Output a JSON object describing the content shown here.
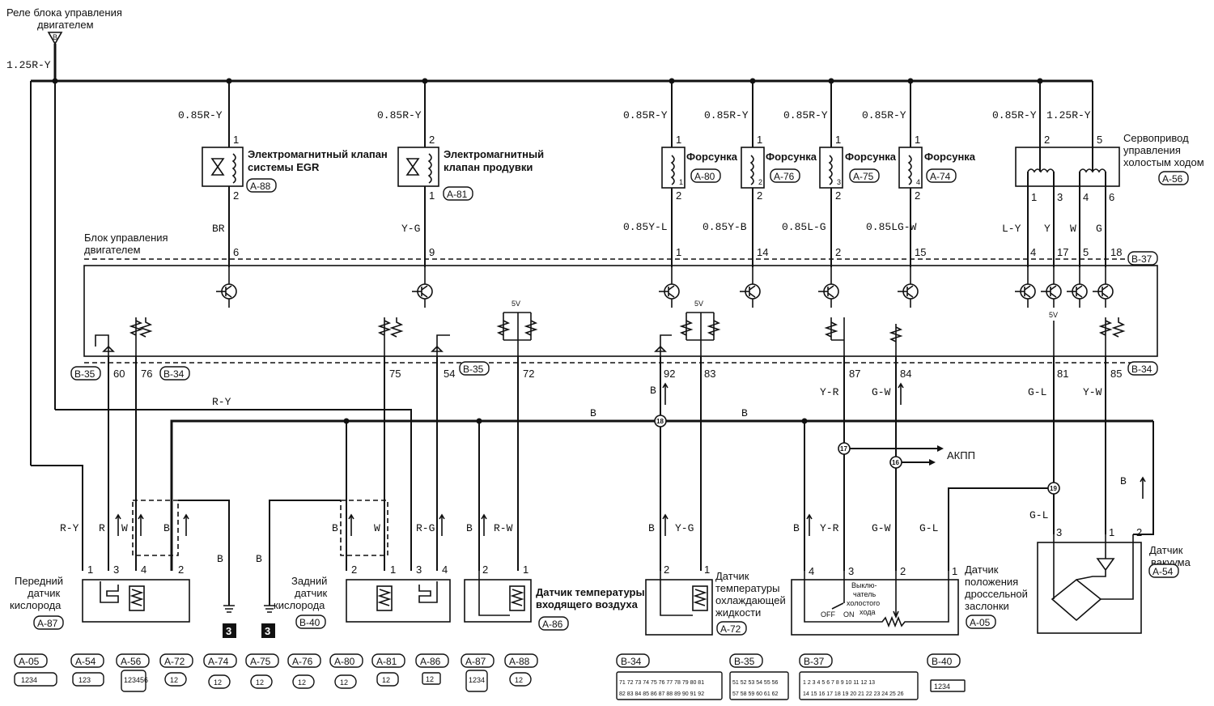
{
  "title": {
    "relay": "Реле блока управления двигателем",
    "relay_line1": "Реле блока управления",
    "relay_line2": "двигателем",
    "relay_pin": "B",
    "relay_wire": "1.25R-Y",
    "ecu": "Блок управления двигателем",
    "ecu_line1": "Блок управления",
    "ecu_line2": "двигателем"
  },
  "ecu_connectors": {
    "b34": "B-34",
    "b35": "B-35",
    "b37": "B-37"
  },
  "ecu_pins_top": [
    "6",
    "9",
    "1",
    "14",
    "2",
    "15",
    "4",
    "17",
    "5",
    "18"
  ],
  "ecu_pins_bottom": [
    "60",
    "76",
    "75",
    "54",
    "72",
    "92",
    "83",
    "87",
    "84",
    "81",
    "85"
  ],
  "supply_wires": [
    "0.85R-Y",
    "0.85R-Y",
    "0.85R-Y",
    "0.85R-Y",
    "0.85R-Y",
    "0.85R-Y",
    "0.85R-Y",
    "1.25R-Y"
  ],
  "egr": {
    "line1": "Электромагнитный клапан",
    "line2": "системы EGR",
    "tag": "A-88",
    "pin_top": "1",
    "pin_bottom": "2",
    "wire": "BR"
  },
  "purge": {
    "line1": "Электромагнитный",
    "line2": "клапан продувки",
    "tag": "A-81",
    "pin_top": "2",
    "pin_bottom": "1",
    "wire": "Y-G"
  },
  "injectors": [
    {
      "label": "Форсунка",
      "tag": "A-80",
      "num": "1",
      "pin_top": "1",
      "pin_bottom": "2",
      "wire": "0.85Y-L"
    },
    {
      "label": "Форсунка",
      "tag": "A-76",
      "num": "2",
      "pin_top": "1",
      "pin_bottom": "2",
      "wire": "0.85Y-B"
    },
    {
      "label": "Форсунка",
      "tag": "A-75",
      "num": "3",
      "pin_top": "1",
      "pin_bottom": "2",
      "wire": "0.85L-G"
    },
    {
      "label": "Форсунка",
      "tag": "A-74",
      "num": "4",
      "pin_top": "1",
      "pin_bottom": "2",
      "wire": "0.85LG-W"
    }
  ],
  "idle_servo": {
    "line1": "Сервопривод",
    "line2": "управления",
    "line3": "холостым ходом",
    "tag": "A-56",
    "pins_top": [
      "2",
      "5"
    ],
    "pins_bottom": [
      "1",
      "3",
      "4",
      "6"
    ],
    "wires": [
      "L-Y",
      "Y",
      "W",
      "G"
    ]
  },
  "ecu_5v": [
    "5V",
    "5V",
    "5V"
  ],
  "bottom_wires": {
    "ry": "R-Y",
    "b_bus1": "B",
    "b_bus2": "B",
    "b1": "B",
    "b2": "B",
    "b3": "B",
    "b4": "B",
    "yr": "Y-R",
    "gw": "G-W",
    "gl": "G-L",
    "yw": "Y-W",
    "akpp": "АКПП",
    "j16": "16",
    "j17": "17",
    "j18": "18",
    "j19": "19"
  },
  "front_o2": {
    "line1": "Передний",
    "line2": "датчик",
    "line3": "кислорода",
    "tag": "A-87",
    "pins": [
      "1",
      "3",
      "4",
      "2"
    ],
    "wires": [
      "R-Y",
      "R",
      "W",
      "B"
    ]
  },
  "rear_o2": {
    "line1": "Задний",
    "line2": "датчик",
    "line3": "кислорода",
    "tag": "B-40",
    "pins": [
      "2",
      "1",
      "3",
      "4"
    ],
    "wires": [
      "B",
      "W",
      "R-G"
    ]
  },
  "intake_temp": {
    "line1": "Датчик температуры",
    "line2": "входящего воздуха",
    "tag": "A-86",
    "pins": [
      "2",
      "1"
    ],
    "wires": [
      "B",
      "R-W"
    ]
  },
  "coolant_temp": {
    "line1": "Датчик",
    "line2": "температуры",
    "line3": "охлаждающей",
    "line4": "жидкости",
    "tag": "A-72",
    "pins": [
      "2",
      "1"
    ],
    "wires": [
      "B",
      "Y-G"
    ]
  },
  "throttle": {
    "line1": "Датчик",
    "line2": "положения",
    "line3": "дроссельной",
    "line4": "заслонки",
    "tag": "A-05",
    "pins": [
      "4",
      "3",
      "2",
      "1"
    ],
    "wires": [
      "B",
      "Y-R",
      "G-W",
      "G-L"
    ],
    "idle_l1": "Выклю-",
    "idle_l2": "чатель",
    "idle_l3": "холостого",
    "idle_l4": "хода",
    "off": "OFF",
    "on": "ON"
  },
  "vacuum": {
    "line1": "Датчик",
    "line2": "вакуума",
    "tag": "A-54",
    "pins": [
      "3",
      "1",
      "2"
    ],
    "wires": [
      "G-L",
      "B"
    ]
  },
  "ground": [
    "3",
    "3"
  ],
  "legend_tags": [
    "A-05",
    "A-54",
    "A-56",
    "A-72",
    "A-74",
    "A-75",
    "A-76",
    "A-80",
    "A-81",
    "A-86",
    "A-87",
    "A-88",
    "B-34",
    "B-35",
    "B-37",
    "B-40"
  ],
  "legend_text": {
    "a05": "1234",
    "a54": "123",
    "a56": "123456",
    "a72": "12",
    "a74": "12",
    "a75": "12",
    "a76": "12",
    "a80": "12",
    "a81": "12",
    "a86": "12",
    "a87": "1234",
    "a88": "12",
    "b34_r1": "71 72 73 74 75 76 77 78 79 80 81",
    "b34_r2": "82 83 84 85 86 87 88 89 90 91 92",
    "b35_r1": "51 52 53 54 55 56",
    "b35_r2": "57 58 59 60 61 62",
    "b37_r1": "1 2 3 4 5 6 7 8 9 10 11 12 13",
    "b37_r2": "14 15 16 17 18 19 20 21 22 23 24 25 26",
    "b40": "1234"
  }
}
